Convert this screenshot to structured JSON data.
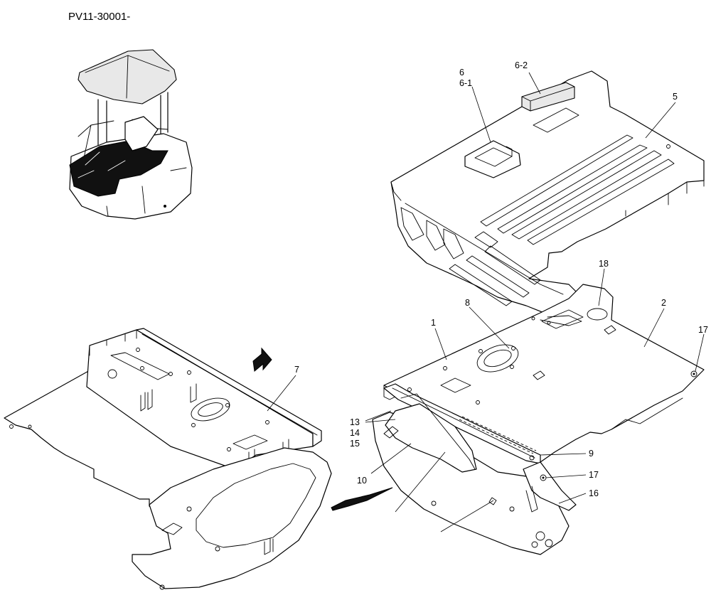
{
  "header": {
    "part_code": "PV11-30001-"
  },
  "callouts": {
    "c1": "1",
    "c2": "2",
    "c5": "5",
    "c6": "6",
    "c6_1": "6-1",
    "c6_2": "6-2",
    "c7": "7",
    "c8": "8",
    "c9": "9",
    "c10": "10",
    "c13": "13",
    "c14": "14",
    "c15": "15",
    "c16": "16",
    "c17a": "17",
    "c17b": "17",
    "c18": "18"
  }
}
